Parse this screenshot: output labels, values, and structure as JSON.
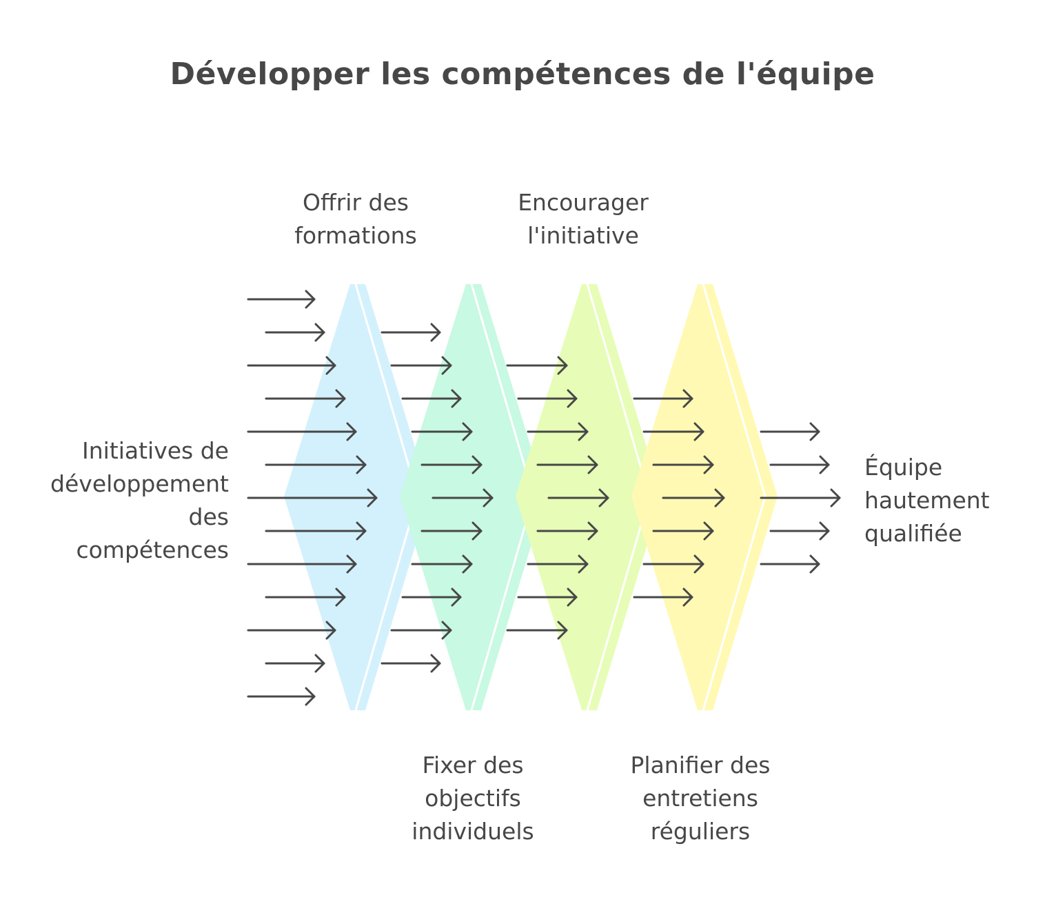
{
  "title": "Développer les compétences de l'équipe",
  "input_label": "Initiatives de\ndéveloppement\ndes\ncompétences",
  "output_label": "Équipe\nhautement\nqualifiée",
  "stages": [
    {
      "label": "Offrir des\nformations",
      "label_position": "top",
      "color": "#d3f1fc"
    },
    {
      "label": "Fixer des\nobjectifs\nindividuels",
      "label_position": "bottom",
      "color": "#c8f9e2"
    },
    {
      "label": "Encourager\nl'initiative",
      "label_position": "top",
      "color": "#e7fdb7"
    },
    {
      "label": "Planifier des\nentretiens\nréguliers",
      "label_position": "bottom",
      "color": "#fff9b4"
    }
  ],
  "arrow_color": "#474747"
}
